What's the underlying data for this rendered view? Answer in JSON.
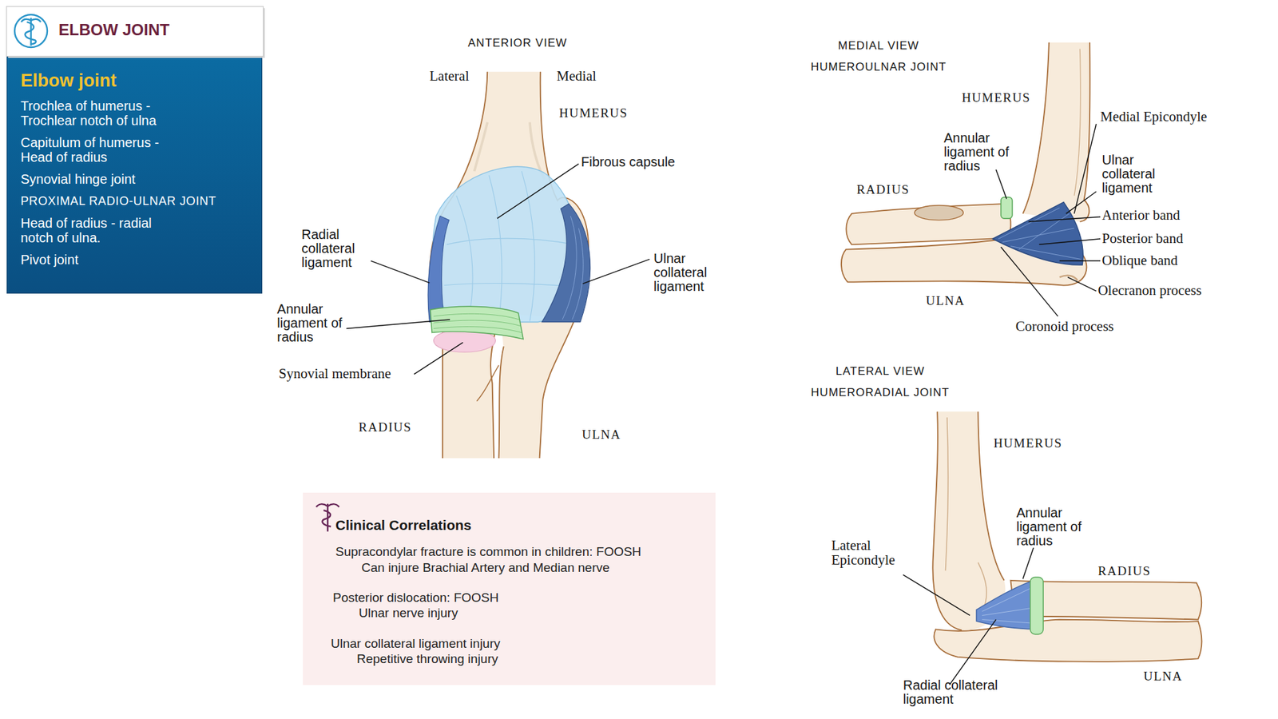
{
  "diagram": {
    "title": "ELBOW JOINT",
    "nodes": [
      {
        "text": [
          "Elbow joint",
          "Trochlea of humerus - Trochlear notch of ulna",
          "Capitulum of humerus - Head of radius",
          "Synovial hinge joint",
          "PROXIMAL RADIO-ULNAR JOINT",
          "Head of radius - radial notch of ulna.",
          "Pivot joint"
        ]
      },
      {
        "text": [
          "Clinical Correlations",
          "Supracondylar fracture is common in children: FOOSH",
          "Can injure Brachial Artery and Median nerve",
          "Posterior dislocation: FOOSH",
          "Ulnar nerve injury",
          "Ulnar collateral ligament injury",
          "Repetitive throwing injury"
        ]
      }
    ],
    "labels": [
      "ANTERIOR VIEW",
      "Lateral",
      "Medial",
      "HUMERUS",
      "Fibrous capsule",
      "Radial collateral ligament",
      "Ulnar collateral ligament",
      "Annular ligament of radius",
      "Synovial membrane",
      "RADIUS",
      "ULNA",
      "MEDIAL VIEW HUMEROULNAR JOINT",
      "HUMERUS",
      "Medial Epicondyle",
      "Annular ligament of radius",
      "Ulnar collateral ligament",
      "RADIUS",
      "Anterior band",
      "Posterior band",
      "Oblique band",
      "Olecranon process",
      "ULNA",
      "Coronoid process",
      "LATERAL VIEW HUMERORADIAL JOINT",
      "HUMERUS",
      "Annular ligament of radius",
      "Lateral Epicondyle",
      "RADIUS",
      "ULNA",
      "Radial collateral ligament"
    ]
  }
}
